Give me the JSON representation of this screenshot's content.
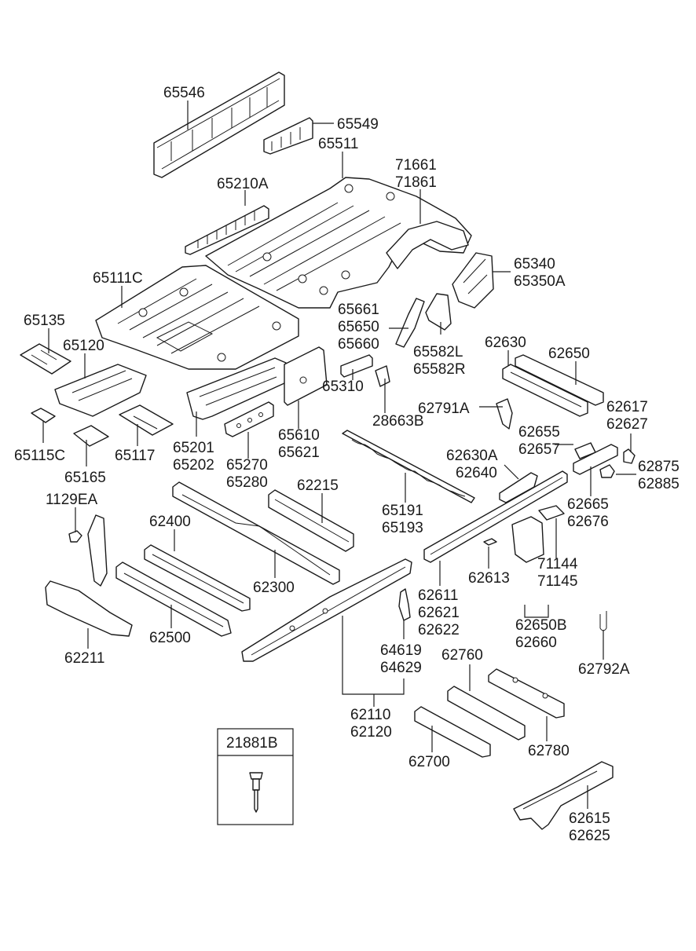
{
  "parts": {
    "p65546": "65546",
    "p65549": "65549",
    "p65511": "65511",
    "p71661": "71661",
    "p71861": "71861",
    "p65210A": "65210A",
    "p65340": "65340",
    "p65350A": "65350A",
    "p65111C": "65111C",
    "p65661": "65661",
    "p65650": "65650",
    "p65660": "65660",
    "p65135": "65135",
    "p65120": "65120",
    "p65582L": "65582L",
    "p65582R": "65582R",
    "p62630": "62630",
    "p62650": "62650",
    "p65310": "65310",
    "p28663B": "28663B",
    "p62791A": "62791A",
    "p62617": "62617",
    "p62627": "62627",
    "p65610": "65610",
    "p65621": "65621",
    "p62655": "62655",
    "p62657": "62657",
    "p65115C": "65115C",
    "p65117": "65117",
    "p65201": "65201",
    "p65202": "65202",
    "p62875": "62875",
    "p62885": "62885",
    "p65165": "65165",
    "p65270": "65270",
    "p65280": "65280",
    "p62630A": "62630A",
    "p62640": "62640",
    "p62215": "62215",
    "p1129EA": "1129EA",
    "p65191": "65191",
    "p65193": "65193",
    "p62665": "62665",
    "p62676": "62676",
    "p62400": "62400",
    "p71144": "71144",
    "p71145": "71145",
    "p62613": "62613",
    "p62300": "62300",
    "p62611": "62611",
    "p62621": "62621",
    "p62622": "62622",
    "p62650B": "62650B",
    "p62660": "62660",
    "p62500": "62500",
    "p62211": "62211",
    "p64619": "64619",
    "p64629": "64629",
    "p62760": "62760",
    "p62792A": "62792A",
    "p62110": "62110",
    "p62120": "62120",
    "p62780": "62780",
    "p21881B": "21881B",
    "p62700": "62700",
    "p62615": "62615",
    "p62625": "62625"
  }
}
